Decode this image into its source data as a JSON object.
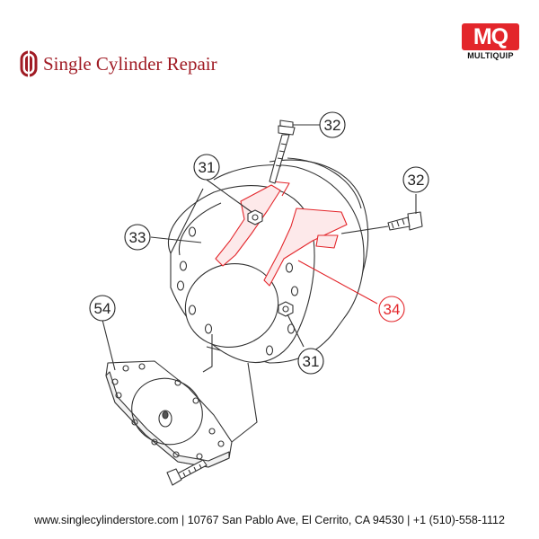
{
  "header": {
    "brand_name": "Single Cylinder Repair",
    "logo_mark": "MQ",
    "logo_text": "MULTIQUIP"
  },
  "callouts": [
    {
      "id": "c32a",
      "label": "32",
      "color": "#222222"
    },
    {
      "id": "c31a",
      "label": "31",
      "color": "#222222"
    },
    {
      "id": "c32b",
      "label": "32",
      "color": "#222222"
    },
    {
      "id": "c33",
      "label": "33",
      "color": "#222222"
    },
    {
      "id": "c54",
      "label": "54",
      "color": "#222222"
    },
    {
      "id": "c34",
      "label": "34",
      "color": "#e3262b"
    },
    {
      "id": "c31b",
      "label": "31",
      "color": "#222222"
    }
  ],
  "footer": {
    "text": "www.singlecylinderstore.com  |  10767 San Pablo Ave, El Cerrito, CA 94530  |  +1 (510)-558-1112"
  },
  "colors": {
    "brand_red": "#a01b24",
    "highlight_red": "#e3262b",
    "line": "#333333"
  }
}
